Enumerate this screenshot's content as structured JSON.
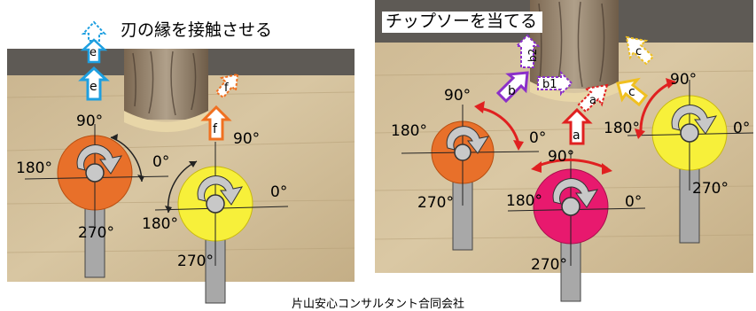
{
  "left": {
    "caption": "刃の縁を接触させる",
    "arrow_labels": {
      "e1": "e",
      "e2": "e",
      "f1": "f",
      "f2": "f"
    },
    "orange_axes": {
      "top": "90°",
      "left": "180°",
      "right": "0°",
      "bottom": "270°"
    },
    "yellow_axes": {
      "top": "90°",
      "left": "180°",
      "right": "0°",
      "bottom": "270°"
    }
  },
  "right": {
    "caption": "チップソーを当てる",
    "arrow_labels": {
      "a1": "a",
      "a2": "a",
      "b": "b",
      "b1": "b1",
      "b2": "b2",
      "c1": "c",
      "c2": "c"
    },
    "orange_axes": {
      "top": "90°",
      "left": "180°",
      "right": "0°",
      "bottom": "270°"
    },
    "pink_axes": {
      "top": "90°",
      "left": "180°",
      "right": "0°",
      "bottom": "270°"
    },
    "yellow_axes": {
      "top": "90°",
      "left": "180°",
      "right": "0°",
      "bottom": "270°"
    }
  },
  "footer": "片山安心コンサルタント合同会社",
  "colors": {
    "orange_disc": "#e8702a",
    "yellow_disc": "#f7f03a",
    "pink_disc": "#e8196e",
    "blue_arrow": "#1e9fe0",
    "orange_arrow": "#f07020",
    "red_arrow": "#e02020",
    "purple_arrow": "#8b2fc9",
    "yellow_arrow": "#f0c020"
  }
}
